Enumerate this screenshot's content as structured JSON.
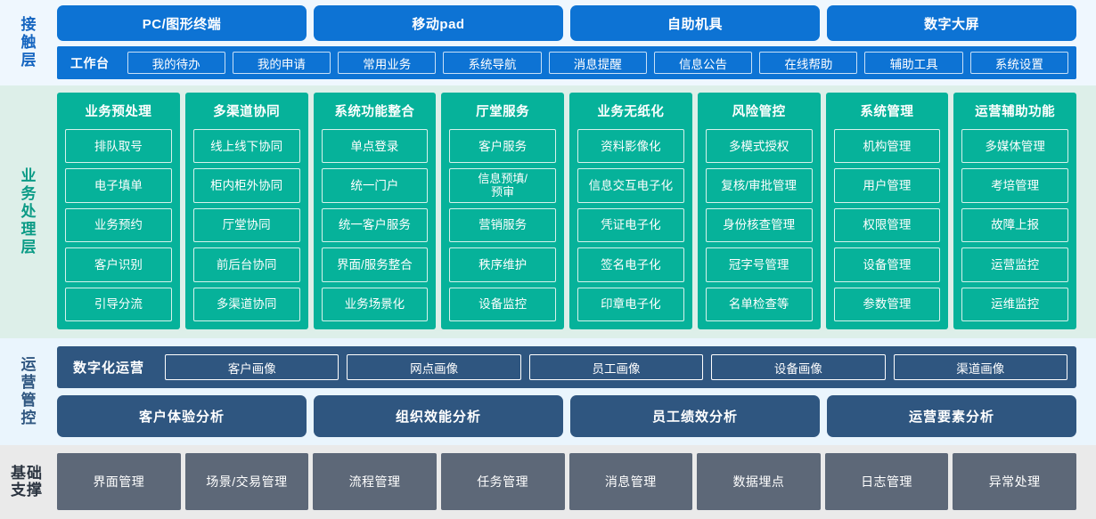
{
  "colors": {
    "blue": "#0d73d4",
    "teal": "#06b29a",
    "steel": "#2f5680",
    "gray": "#5d6878",
    "access_bg": "#eff7fe",
    "biz_bg": "#ddefe9",
    "ops_bg": "#eaf5fd",
    "base_bg": "#eaeaea"
  },
  "access_layer": {
    "label": "接触层",
    "channels": [
      "PC/图形终端",
      "移动pad",
      "自助机具",
      "数字大屏"
    ],
    "workbench_title": "工作台",
    "workbench_items": [
      "我的待办",
      "我的申请",
      "常用业务",
      "系统导航",
      "消息提醒",
      "信息公告",
      "在线帮助",
      "辅助工具",
      "系统设置"
    ]
  },
  "business_layer": {
    "label": "业务处理层",
    "columns": [
      {
        "title": "业务预处理",
        "items": [
          "排队取号",
          "电子填单",
          "业务预约",
          "客户识别",
          "引导分流"
        ]
      },
      {
        "title": "多渠道协同",
        "items": [
          "线上线下协同",
          "柜内柜外协同",
          "厅堂协同",
          "前后台协同",
          "多渠道协同"
        ]
      },
      {
        "title": "系统功能整合",
        "items": [
          "单点登录",
          "统一门户",
          "统一客户服务",
          "界面/服务整合",
          "业务场景化"
        ]
      },
      {
        "title": "厅堂服务",
        "items": [
          "客户服务",
          "信息预填/\n预审",
          "营销服务",
          "秩序维护",
          "设备监控"
        ]
      },
      {
        "title": "业务无纸化",
        "items": [
          "资料影像化",
          "信息交互电子化",
          "凭证电子化",
          "签名电子化",
          "印章电子化"
        ]
      },
      {
        "title": "风险管控",
        "items": [
          "多模式授权",
          "复核/审批管理",
          "身份核查管理",
          "冠字号管理",
          "名单检查等"
        ]
      },
      {
        "title": "系统管理",
        "items": [
          "机构管理",
          "用户管理",
          "权限管理",
          "设备管理",
          "参数管理"
        ]
      },
      {
        "title": "运营辅助功能",
        "items": [
          "多媒体管理",
          "考培管理",
          "故障上报",
          "运营监控",
          "运维监控"
        ]
      }
    ]
  },
  "operations_layer": {
    "label": "运营管控",
    "digital_title": "数字化运营",
    "portraits": [
      "客户画像",
      "网点画像",
      "员工画像",
      "设备画像",
      "渠道画像"
    ],
    "analyses": [
      "客户体验分析",
      "组织效能分析",
      "员工绩效分析",
      "运营要素分析"
    ]
  },
  "foundation_layer": {
    "label_line1": "基础",
    "label_line2": "支撑",
    "items": [
      "界面管理",
      "场景/交易管理",
      "流程管理",
      "任务管理",
      "消息管理",
      "数据埋点",
      "日志管理",
      "异常处理"
    ]
  }
}
